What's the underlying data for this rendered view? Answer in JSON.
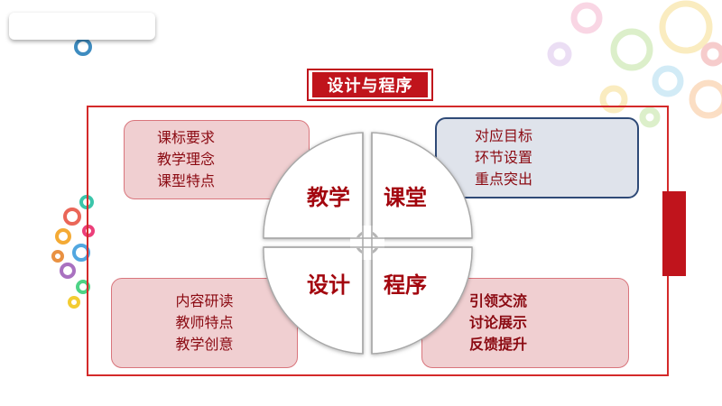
{
  "title": "设计与程序",
  "quadrants": {
    "top_left": "教学",
    "top_right": "课堂",
    "bottom_left": "设计",
    "bottom_right": "程序"
  },
  "boxes": {
    "top_left": [
      "课标要求",
      "教学理念",
      "课型特点"
    ],
    "top_right": [
      "对应目标",
      "环节设置",
      "重点突出"
    ],
    "bottom_left": [
      "内容研读",
      "教师特点",
      "教学创意"
    ],
    "bottom_right": [
      "引领交流",
      "讨论展示",
      "反馈提升"
    ]
  },
  "colors": {
    "accent_red": "#c0141c",
    "box_pink": "#f0cfd1",
    "box_blue_border": "#2f4a77",
    "text_dark_red": "#8b0a12"
  }
}
